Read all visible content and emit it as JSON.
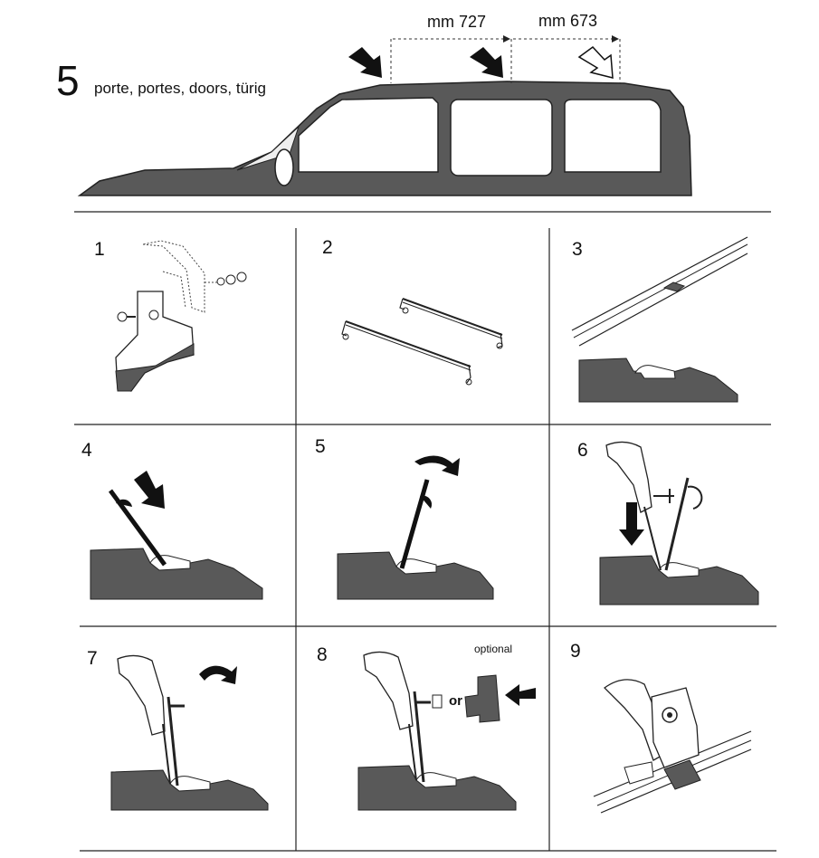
{
  "header": {
    "doors_number": "5",
    "doors_text": "porte, portes, doors, türig"
  },
  "dimensions": {
    "first": "mm 727",
    "second": "mm 673"
  },
  "steps": [
    {
      "number": "1"
    },
    {
      "number": "2"
    },
    {
      "number": "3"
    },
    {
      "number": "4"
    },
    {
      "number": "5"
    },
    {
      "number": "6"
    },
    {
      "number": "7"
    },
    {
      "number": "8",
      "note": "optional",
      "or_text": "or"
    },
    {
      "number": "9"
    }
  ],
  "colors": {
    "fill": "#595959",
    "line": "#111111",
    "grid": "#222222"
  }
}
